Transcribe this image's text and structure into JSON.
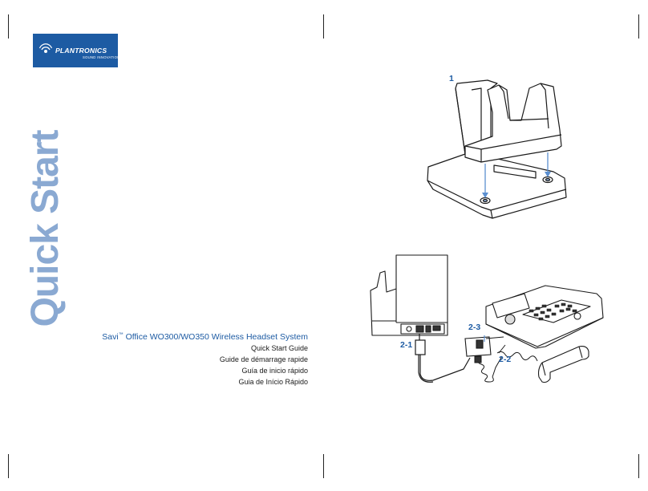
{
  "brand": {
    "name": "PLANTRONICS",
    "tagline": "SOUND INNOVATION",
    "color": "#1d5ba3"
  },
  "cover": {
    "title": "Quick Start",
    "title_color": "#8aa9d2",
    "product_name": "Savi",
    "trademark": "™",
    "product_rest": " Office WO300/WO350 Wireless Headset System",
    "guides": [
      "Quick Start Guide",
      "Guide de démarrage rapide",
      "Guía de inicio rápido",
      "Guia de Início Rápido"
    ]
  },
  "callouts": {
    "step1": "1",
    "step2_1": "2-1",
    "step2_2": "2-2",
    "step2_3": "2-3"
  },
  "icons": [
    "plantronics-logo-icon",
    "base-station-illustration",
    "desk-phone-illustration"
  ]
}
